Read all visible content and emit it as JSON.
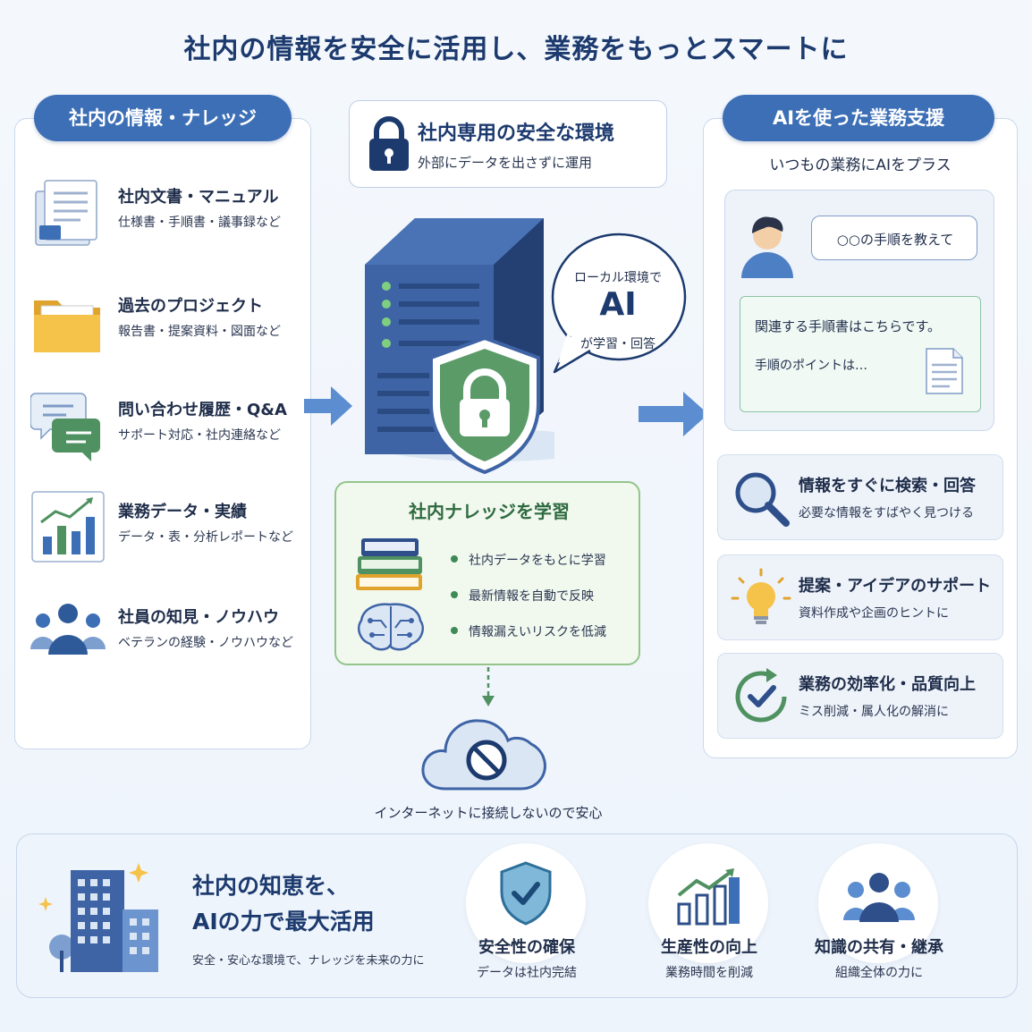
{
  "title": "社内の情報を安全に活用し、業務をもっとスマートに",
  "left": {
    "header": "社内の情報・ナレッジ",
    "items": [
      {
        "title": "社内文書・マニュアル",
        "sub": "仕様書・手順書・議事録など",
        "icon": "documents-icon"
      },
      {
        "title": "過去のプロジェクト",
        "sub": "報告書・提案資料・図面など",
        "icon": "folder-icon"
      },
      {
        "title": "問い合わせ履歴・Q&A",
        "sub": "サポート対応・社内連絡など",
        "icon": "chat-bubbles-icon"
      },
      {
        "title": "業務データ・実績",
        "sub": "データ・表・分析レポートなど",
        "icon": "bar-chart-icon"
      },
      {
        "title": "社員の知見・ノウハウ",
        "sub": "ベテランの経験・ノウハウなど",
        "icon": "people-group-icon"
      }
    ]
  },
  "center": {
    "secure_title": "社内専用の安全な環境",
    "secure_sub": "外部にデータを出さずに運用",
    "bubble_top": "ローカル環境で",
    "bubble_ai": "AI",
    "bubble_bottom": "が学習・回答",
    "learn_title": "社内ナレッジを学習",
    "learn_bullets": [
      "社内データをもとに学習",
      "最新情報を自動で反映",
      "情報漏えいリスクを低減"
    ],
    "cloud_caption": "インターネットに接続しないので安心"
  },
  "right": {
    "header": "AIを使った業務支援",
    "sub": "いつもの業務にAIをプラス",
    "chat_question": "○○の手順を教えて",
    "chat_answer1": "関連する手順書はこちらです。",
    "chat_answer2": "手順のポイントは…",
    "cards": [
      {
        "title": "情報をすぐに検索・回答",
        "sub": "必要な情報をすばやく見つける",
        "icon": "search-icon"
      },
      {
        "title": "提案・アイデアのサポート",
        "sub": "資料作成や企画のヒントに",
        "icon": "lightbulb-icon"
      },
      {
        "title": "業務の効率化・品質向上",
        "sub": "ミス削減・属人化の解消に",
        "icon": "check-cycle-icon"
      }
    ]
  },
  "bottom": {
    "headline1": "社内の知恵を、",
    "headline2": "AIの力で最大活用",
    "tagline": "安全・安心な環境で、ナレッジを未来の力に",
    "features": [
      {
        "title": "安全性の確保",
        "sub": "データは社内完結",
        "icon": "shield-check-icon"
      },
      {
        "title": "生産性の向上",
        "sub": "業務時間を削減",
        "icon": "growth-chart-icon"
      },
      {
        "title": "知識の共有・継承",
        "sub": "組織全体の力に",
        "icon": "team-icon"
      }
    ]
  },
  "colors": {
    "primary": "#3d6fb6",
    "green": "#4f9160",
    "navy": "#1c3a6e"
  }
}
